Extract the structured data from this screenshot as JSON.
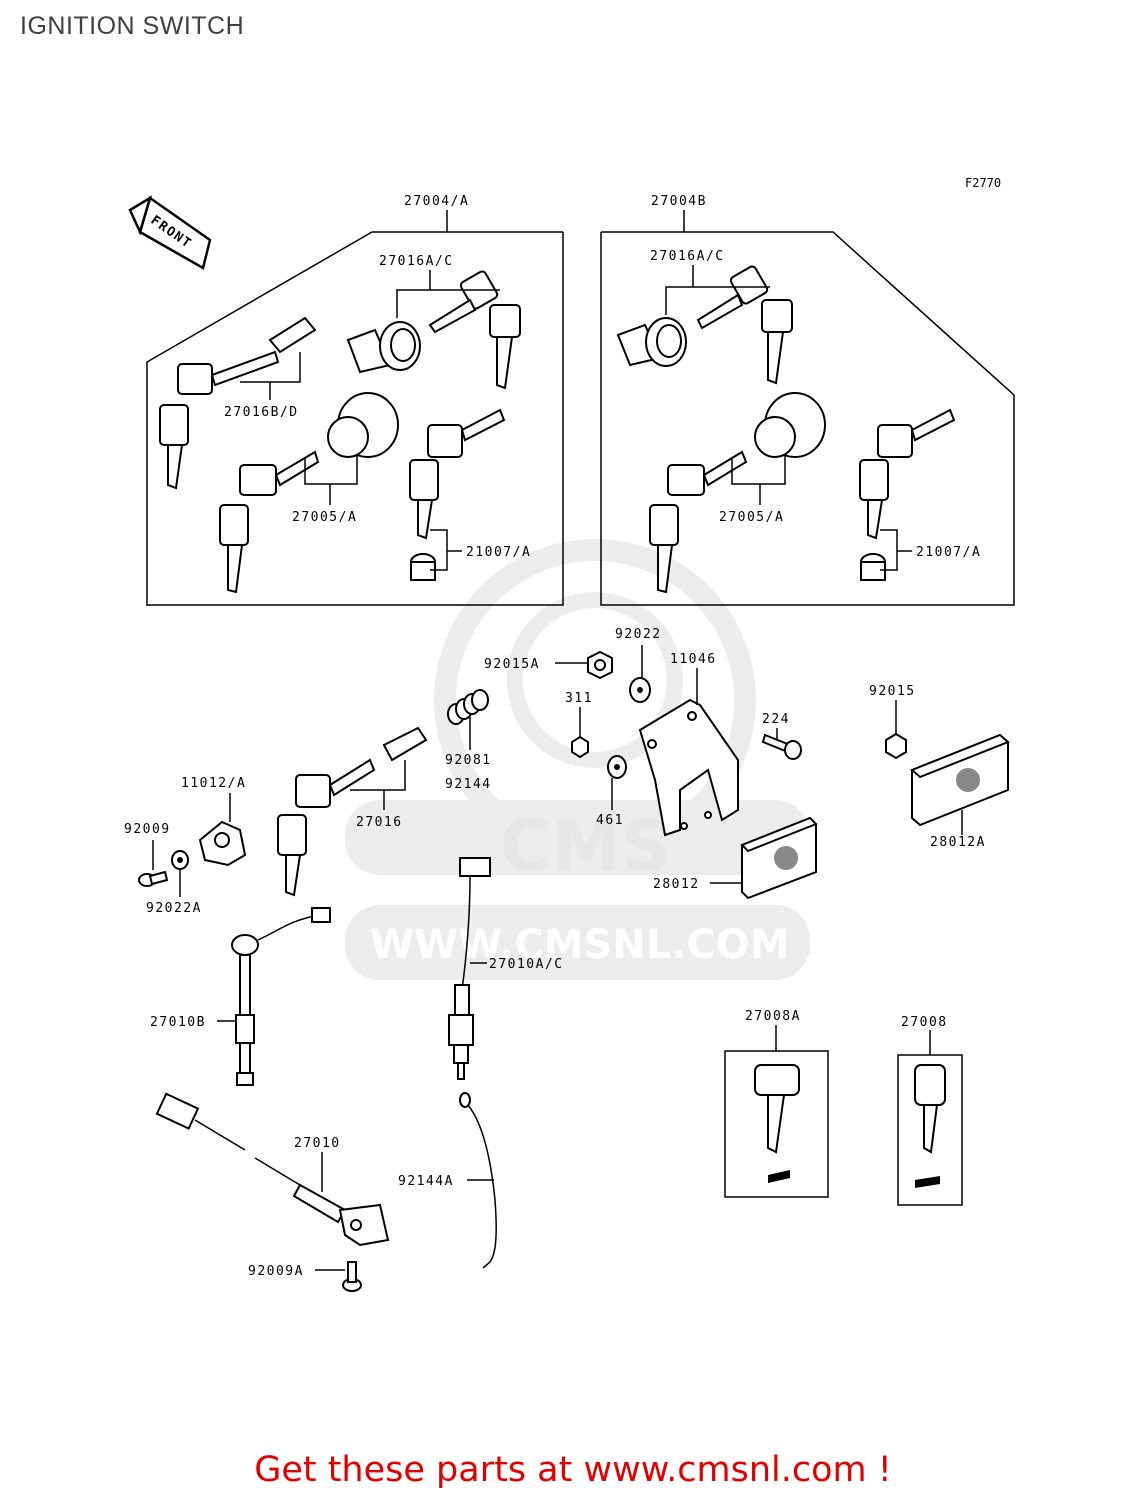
{
  "page": {
    "title": "IGNITION SWITCH",
    "figure_code": "F2770",
    "footer_text": "Get these parts at www.cmsnl.com !",
    "watermark_url": "WWW.CMSNL.COM",
    "watermark_logo": "CMS",
    "front_arrow": "FRONT"
  },
  "colors": {
    "footer": "#e10000",
    "title": "#404040",
    "watermark": "#e6e6e6"
  },
  "labels": {
    "p27004_a": "27004/A",
    "p27004b": "27004B",
    "p27016ac_left": "27016A/C",
    "p27016ac_right": "27016A/C",
    "p27016bd": "27016B/D",
    "p27005a_left": "27005/A",
    "p27005a_right": "27005/A",
    "p21007a_left": "21007/A",
    "p21007a_right": "21007/A",
    "p92022": "92022",
    "p92015a": "92015A",
    "p11046": "11046",
    "p311": "311",
    "p224": "224",
    "p461": "461",
    "p92015": "92015",
    "p28012a": "28012A",
    "p28012": "28012",
    "p92081": "92081",
    "p92144": "92144",
    "p27016": "27016",
    "p11012a": "11012/A",
    "p92009": "92009",
    "p92022a": "92022A",
    "p27010ac": "27010A/C",
    "p27010b": "27010B",
    "p27010": "27010",
    "p92144a": "92144A",
    "p92009a": "92009A",
    "p27008a": "27008A",
    "p27008": "27008"
  }
}
